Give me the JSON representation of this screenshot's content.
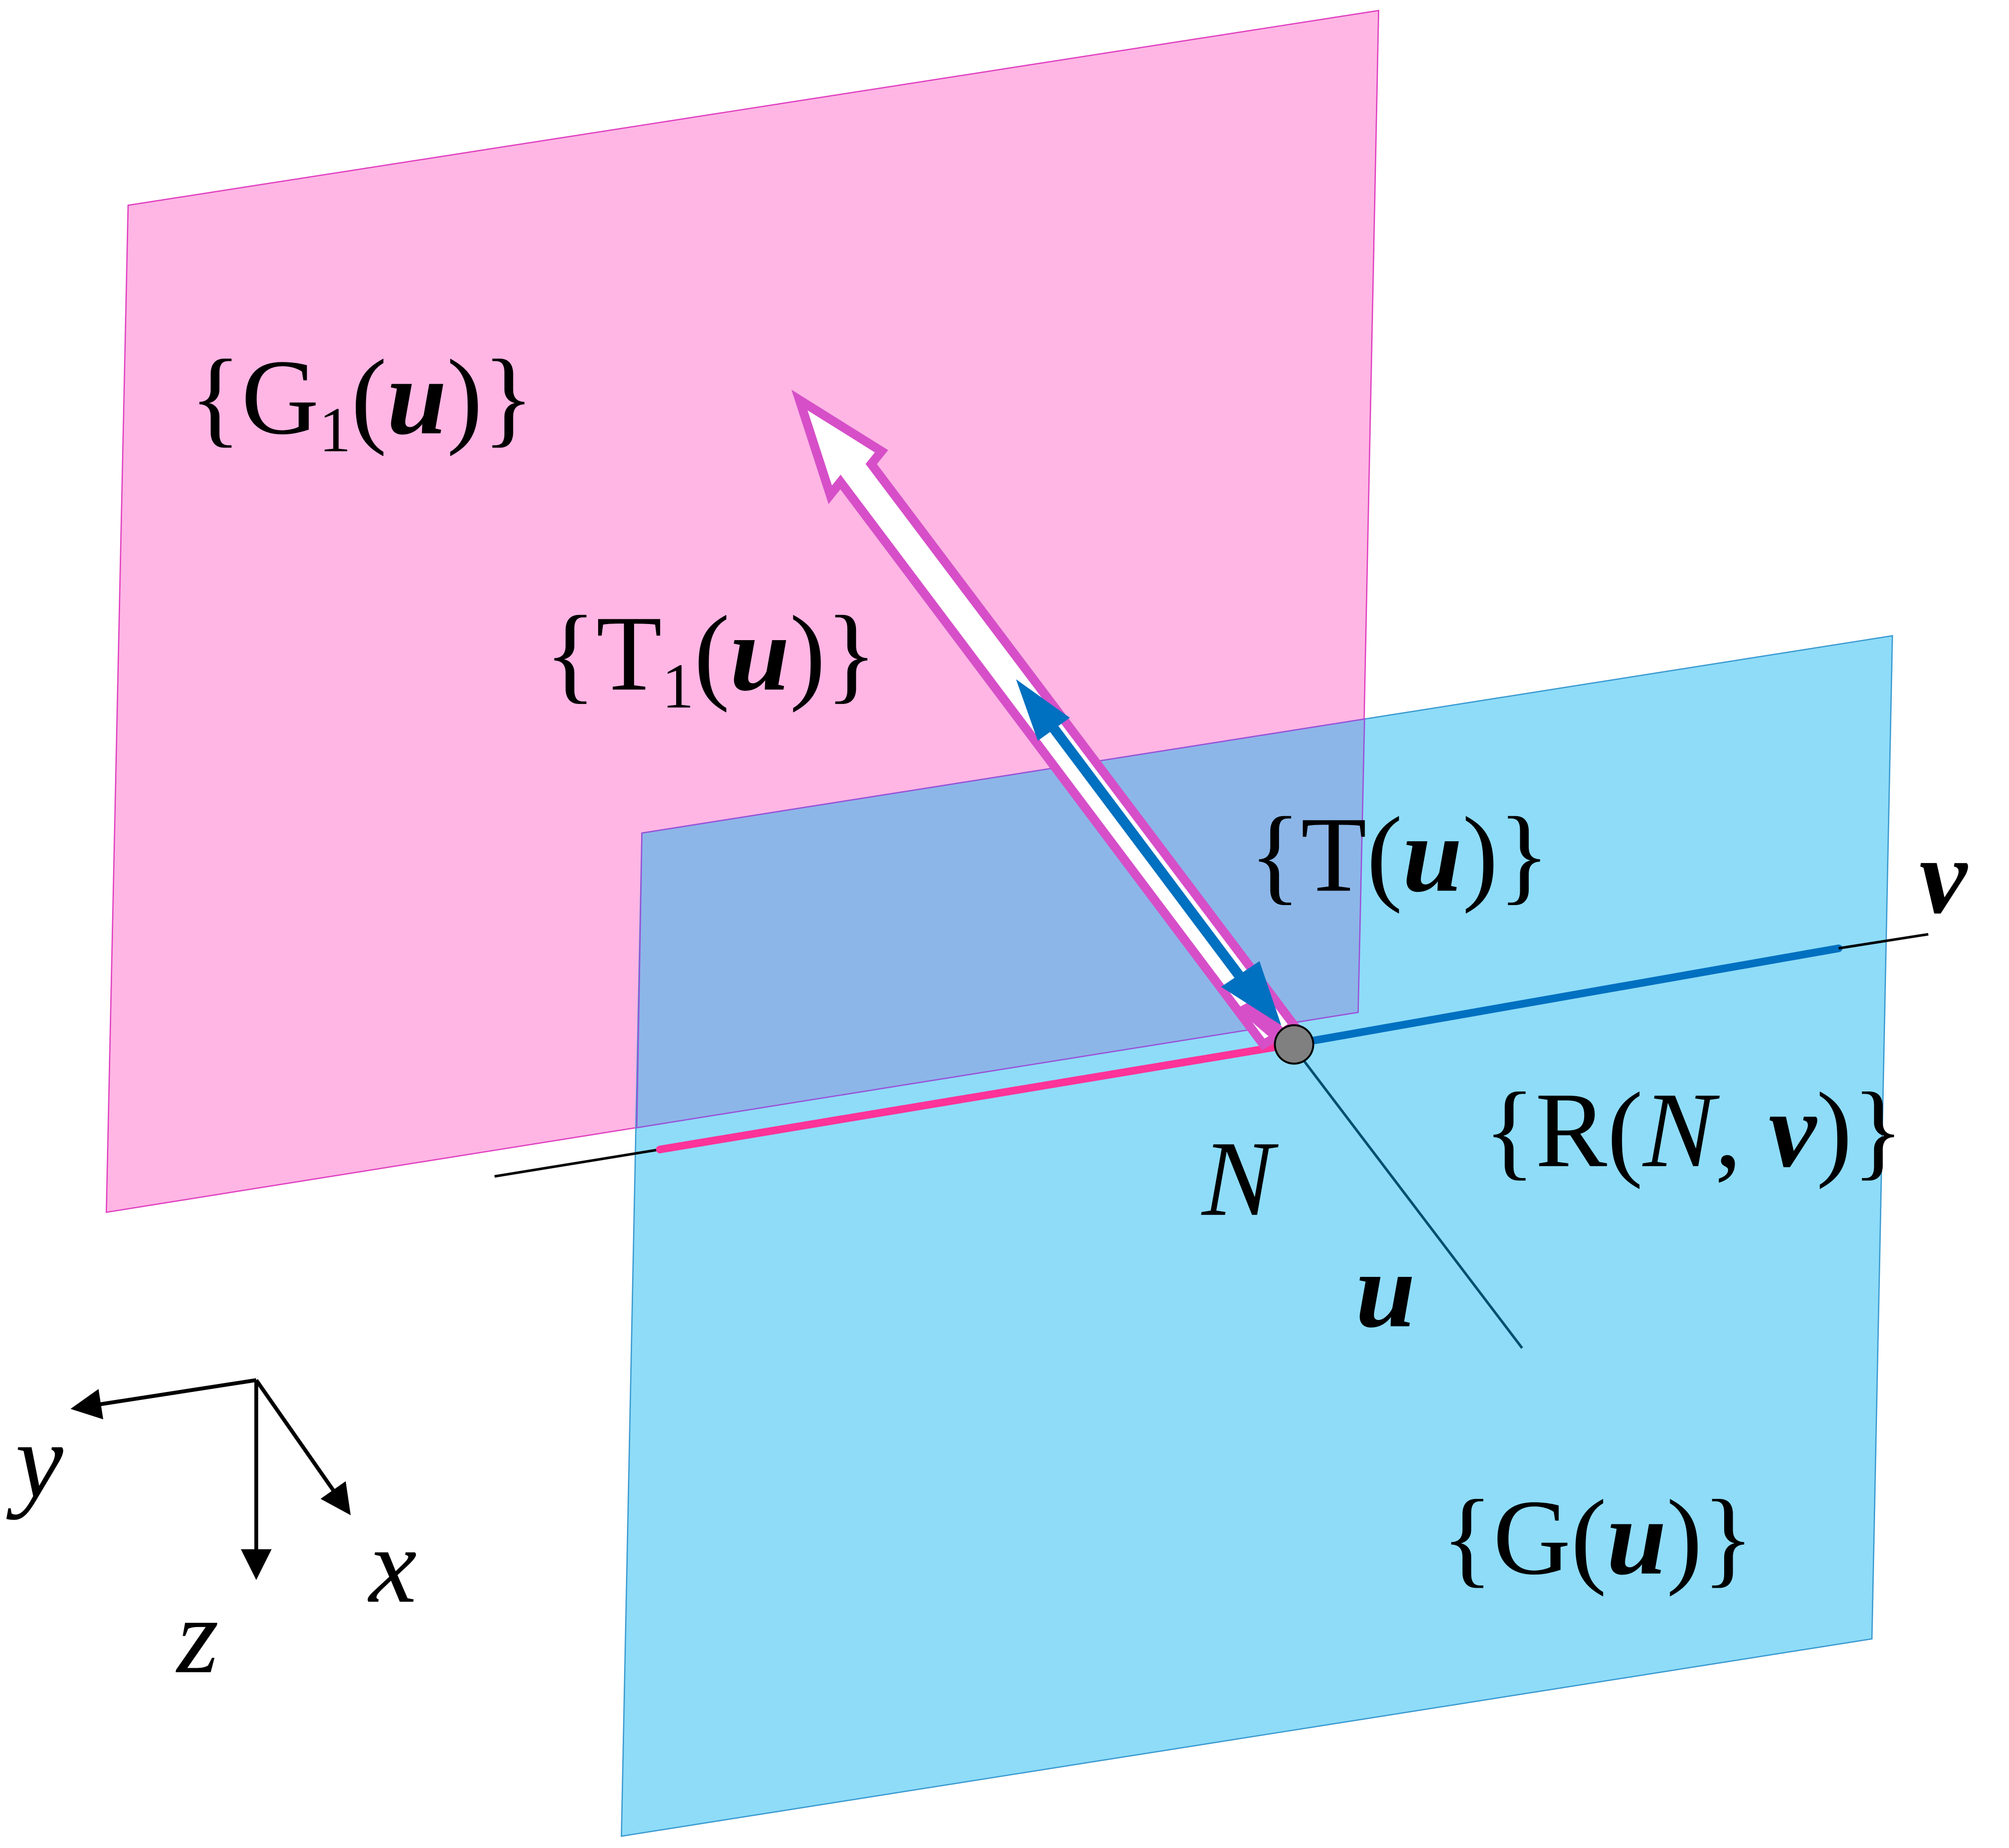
{
  "colors": {
    "plane_g1": "#ffb6e4",
    "plane_g": "#8edcf8",
    "overlap": "#8cb6e8",
    "pink_line": "#ff3399",
    "pink_arrow": "#d64fc8",
    "blue": "#0070c0",
    "point": "#808080"
  },
  "labels": {
    "g1": {
      "open": "{G",
      "sub": "1",
      "paren_open": "(",
      "var": "u",
      "close": ")}"
    },
    "t1": {
      "open": "{T",
      "sub": "1",
      "paren_open": "(",
      "var": "u",
      "close": ")}"
    },
    "t": {
      "open": "{T(",
      "var": "u",
      "close": ")}"
    },
    "g": {
      "open": "{G(",
      "var": "u",
      "close": ")}"
    },
    "r": {
      "open": "{R(",
      "n": "N",
      "comma": ", ",
      "var": "v",
      "close": ")}"
    },
    "v": "v",
    "n": "N",
    "u": "u"
  },
  "axes": {
    "x": "x",
    "y": "y",
    "z": "z"
  }
}
